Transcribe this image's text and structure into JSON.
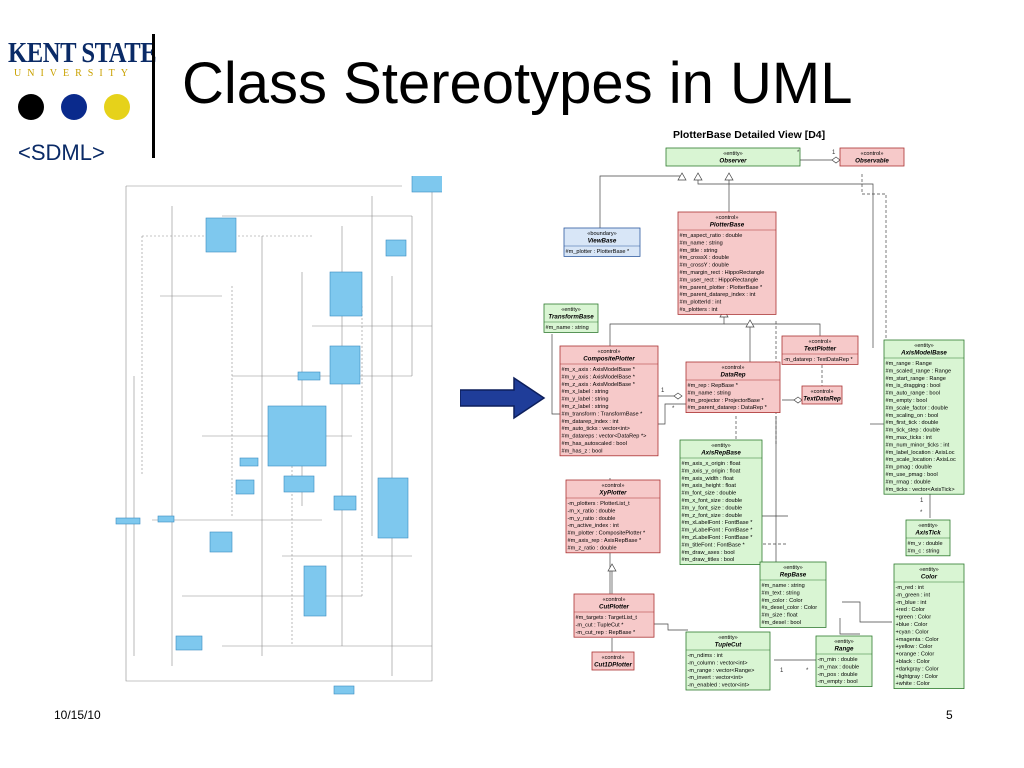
{
  "header": {
    "logo_name": "KENT STATE",
    "logo_sub": "UNIVERSITY",
    "tag": "<SDML>",
    "title": "Class Stereotypes in UML"
  },
  "footer": {
    "date": "10/15/10",
    "page": "5"
  },
  "colors": {
    "dot1": "#000000",
    "dot2": "#0a2a8c",
    "dot3": "#e6d21a",
    "entity_fill": "#d9f5d3",
    "control_fill": "#f6c9c9",
    "boundary_fill": "#d8e6f7",
    "arrow_fill": "#1f3d99",
    "overview_box": "#7ec8ee"
  },
  "diagram": {
    "title": "PlotterBase Detailed View [D4]",
    "classes": {
      "observer": {
        "stereotype": "«entity»",
        "name": "Observer",
        "attrs": []
      },
      "observable": {
        "stereotype": "«control»",
        "name": "Observable",
        "attrs": []
      },
      "viewbase": {
        "stereotype": "«boundary»",
        "name": "ViewBase",
        "attrs": [
          "#m_plotter : PlotterBase *"
        ]
      },
      "plotterbase": {
        "stereotype": "«control»",
        "name": "PlotterBase",
        "attrs": [
          "#m_aspect_ratio : double",
          "#m_name : string",
          "#m_title : string",
          "#m_crossX : double",
          "#m_crossY : double",
          "#m_margin_rect : HippoRectangle",
          "#m_user_rect : HippoRectangle",
          "#m_parent_plotter : PlotterBase *",
          "#m_parent_datarep_index : int",
          "#m_plotterId : int",
          "#s_plotters : int"
        ]
      },
      "transformbase": {
        "stereotype": "«entity»",
        "name": "TransformBase",
        "attrs": [
          "#m_name : string"
        ]
      },
      "textplotter": {
        "stereotype": "«control»",
        "name": "TextPlotter",
        "attrs": [
          "-m_datarep : TextDataRep *"
        ]
      },
      "compositeplotter": {
        "stereotype": "«control»",
        "name": "CompositePlotter",
        "attrs": [
          "#m_x_axis : AxisModelBase *",
          "#m_y_axis : AxisModelBase *",
          "#m_z_axis : AxisModelBase *",
          "#m_x_label : string",
          "#m_y_label : string",
          "#m_z_label : string",
          "#m_transform : TransformBase *",
          "#m_datarep_index : int",
          "#m_auto_ticks : vector<int>",
          "#m_datareps : vector<DataRep *>",
          "#m_has_autoscaled : bool",
          "#m_has_z : bool"
        ]
      },
      "datarep": {
        "stereotype": "«control»",
        "name": "DataRep",
        "attrs": [
          "#m_rep : RepBase *",
          "#m_name : string",
          "#m_projector : ProjectorBase *",
          "#m_parent_datarep : DataRep *"
        ]
      },
      "textdatarep": {
        "stereotype": "«control»",
        "name": "TextDataRep",
        "attrs": []
      },
      "axismodelbase": {
        "stereotype": "«entity»",
        "name": "AxisModelBase",
        "attrs": [
          "#m_range : Range",
          "#m_scaled_range : Range",
          "#m_start_range : Range",
          "#m_is_dragging : bool",
          "#m_auto_range : bool",
          "#m_empty : bool",
          "#m_scale_factor : double",
          "#m_scaling_on : bool",
          "#m_first_tick : double",
          "#m_tick_step : double",
          "#m_max_ticks : int",
          "#m_num_minor_ticks : int",
          "#m_label_location : AxisLoc",
          "#m_scale_location : AxisLoc",
          "#m_pmag : double",
          "#m_use_pmag : bool",
          "#m_rmag : double",
          "#m_ticks : vector<AxisTick>"
        ]
      },
      "axisrepbase": {
        "stereotype": "«entity»",
        "name": "AxisRepBase",
        "attrs": [
          "#m_axis_x_origin : float",
          "#m_axis_y_origin : float",
          "#m_axis_width : float",
          "#m_axis_height : float",
          "#m_font_size : double",
          "#m_x_font_size : double",
          "#m_y_font_size : double",
          "#m_z_font_size : double",
          "#m_xLabelFont : FontBase *",
          "#m_yLabelFont : FontBase *",
          "#m_zLabelFont : FontBase *",
          "#m_titleFont : FontBase *",
          "#m_draw_axes : bool",
          "#m_draw_titles : bool"
        ]
      },
      "xyplotter": {
        "stereotype": "«control»",
        "name": "XyPlotter",
        "attrs": [
          "-m_plotters : PlotterList_t",
          "-m_x_ratio : double",
          "-m_y_ratio : double",
          "-m_active_index : int",
          "#m_plotter : CompositePlotter *",
          "#m_axis_rep : AxisRepBase *",
          "#m_z_ratio : double"
        ]
      },
      "axistick": {
        "stereotype": "«entity»",
        "name": "AxisTick",
        "attrs": [
          "#m_v : double",
          "#m_c : string"
        ]
      },
      "repbase": {
        "stereotype": "«entity»",
        "name": "RepBase",
        "attrs": [
          "#m_name : string",
          "#m_text : string",
          "#m_color : Color",
          "#s_desel_color : Color",
          "#m_size : float",
          "#m_desel : bool"
        ]
      },
      "color": {
        "stereotype": "«entity»",
        "name": "Color",
        "attrs": [
          "-m_red : int",
          "-m_green : int",
          "-m_blue : int",
          "+red : Color",
          "+green : Color",
          "+blue : Color",
          "+cyan : Color",
          "+magenta : Color",
          "+yellow : Color",
          "+orange : Color",
          "+black : Color",
          "+darkgray : Color",
          "+lightgray : Color",
          "+white : Color"
        ]
      },
      "cutplotter": {
        "stereotype": "«control»",
        "name": "CutPlotter",
        "attrs": [
          "#m_targets : TargetList_t",
          "-m_cut : TupleCut *",
          "-m_cut_rep : RepBase *"
        ]
      },
      "tuplecut": {
        "stereotype": "«entity»",
        "name": "TupleCut",
        "attrs": [
          "-m_ndims : int",
          "-m_column : vector<int>",
          "-m_range : vector<Range>",
          "-m_invert : vector<int>",
          "-m_enabled : vector<int>"
        ]
      },
      "range": {
        "stereotype": "«entity»",
        "name": "Range",
        "attrs": [
          "-m_min : double",
          "-m_max : double",
          "-m_pos : double",
          "-m_empty : bool"
        ]
      },
      "cut1dplotter": {
        "stereotype": "«control»",
        "name": "Cut1DPlotter",
        "attrs": []
      }
    },
    "mult": {
      "star": "*",
      "one": "1"
    }
  }
}
